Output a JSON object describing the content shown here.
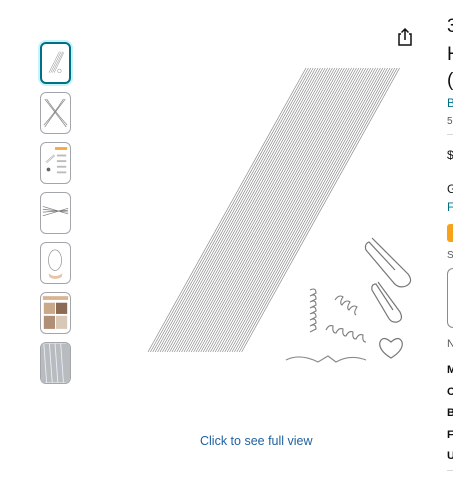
{
  "gallery": {
    "thumbnails": [
      {
        "name": "thumb-1",
        "selected": true,
        "icon": "wire-bundle-thumbnail"
      },
      {
        "name": "thumb-2",
        "selected": false,
        "icon": "crossed-wires-thumbnail"
      },
      {
        "name": "thumb-3",
        "selected": false,
        "icon": "infographic-thumbnail"
      },
      {
        "name": "thumb-4",
        "selected": false,
        "icon": "wire-bend-thumbnail"
      },
      {
        "name": "thumb-5",
        "selected": false,
        "icon": "wire-loop-hand-thumbnail"
      },
      {
        "name": "thumb-6",
        "selected": false,
        "icon": "usage-collage-thumbnail"
      },
      {
        "name": "thumb-7",
        "selected": false,
        "icon": "wire-closeup-thumbnail"
      }
    ],
    "share_icon": "share-icon",
    "full_view_label": "Click to see full view"
  },
  "product": {
    "title_line1": "3",
    "title_line2": "H",
    "title_line3": "(",
    "brand_link": "B",
    "rating_text": "5",
    "price": "$",
    "label_g": "G",
    "label_f": "F",
    "label_s": "S",
    "label_n": "N",
    "spec_m": "M",
    "spec_c": "C",
    "spec_b": "B",
    "spec_f": "F",
    "spec_u": "U"
  },
  "colors": {
    "link": "#007185",
    "full_view_link": "#2162a1",
    "accent_orange": "#f7a21b",
    "selected_thumb_border": "#007185"
  }
}
